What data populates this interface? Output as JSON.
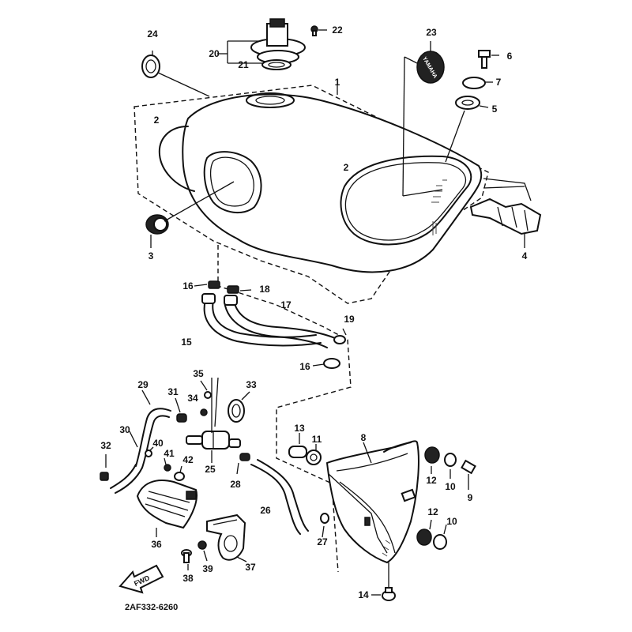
{
  "diagram": {
    "drawing_code": "2AF332-6260",
    "direction_marker": "FWD",
    "badge_text": "YAMAHA",
    "callouts": [
      "1",
      "2",
      "2",
      "3",
      "4",
      "5",
      "6",
      "7",
      "8",
      "9",
      "10",
      "10",
      "11",
      "12",
      "12",
      "13",
      "14",
      "15",
      "16",
      "16",
      "17",
      "18",
      "19",
      "20",
      "21",
      "22",
      "23",
      "24",
      "25",
      "26",
      "27",
      "28",
      "29",
      "30",
      "31",
      "32",
      "33",
      "34",
      "35",
      "36",
      "37",
      "38",
      "39",
      "40",
      "41",
      "42"
    ]
  }
}
